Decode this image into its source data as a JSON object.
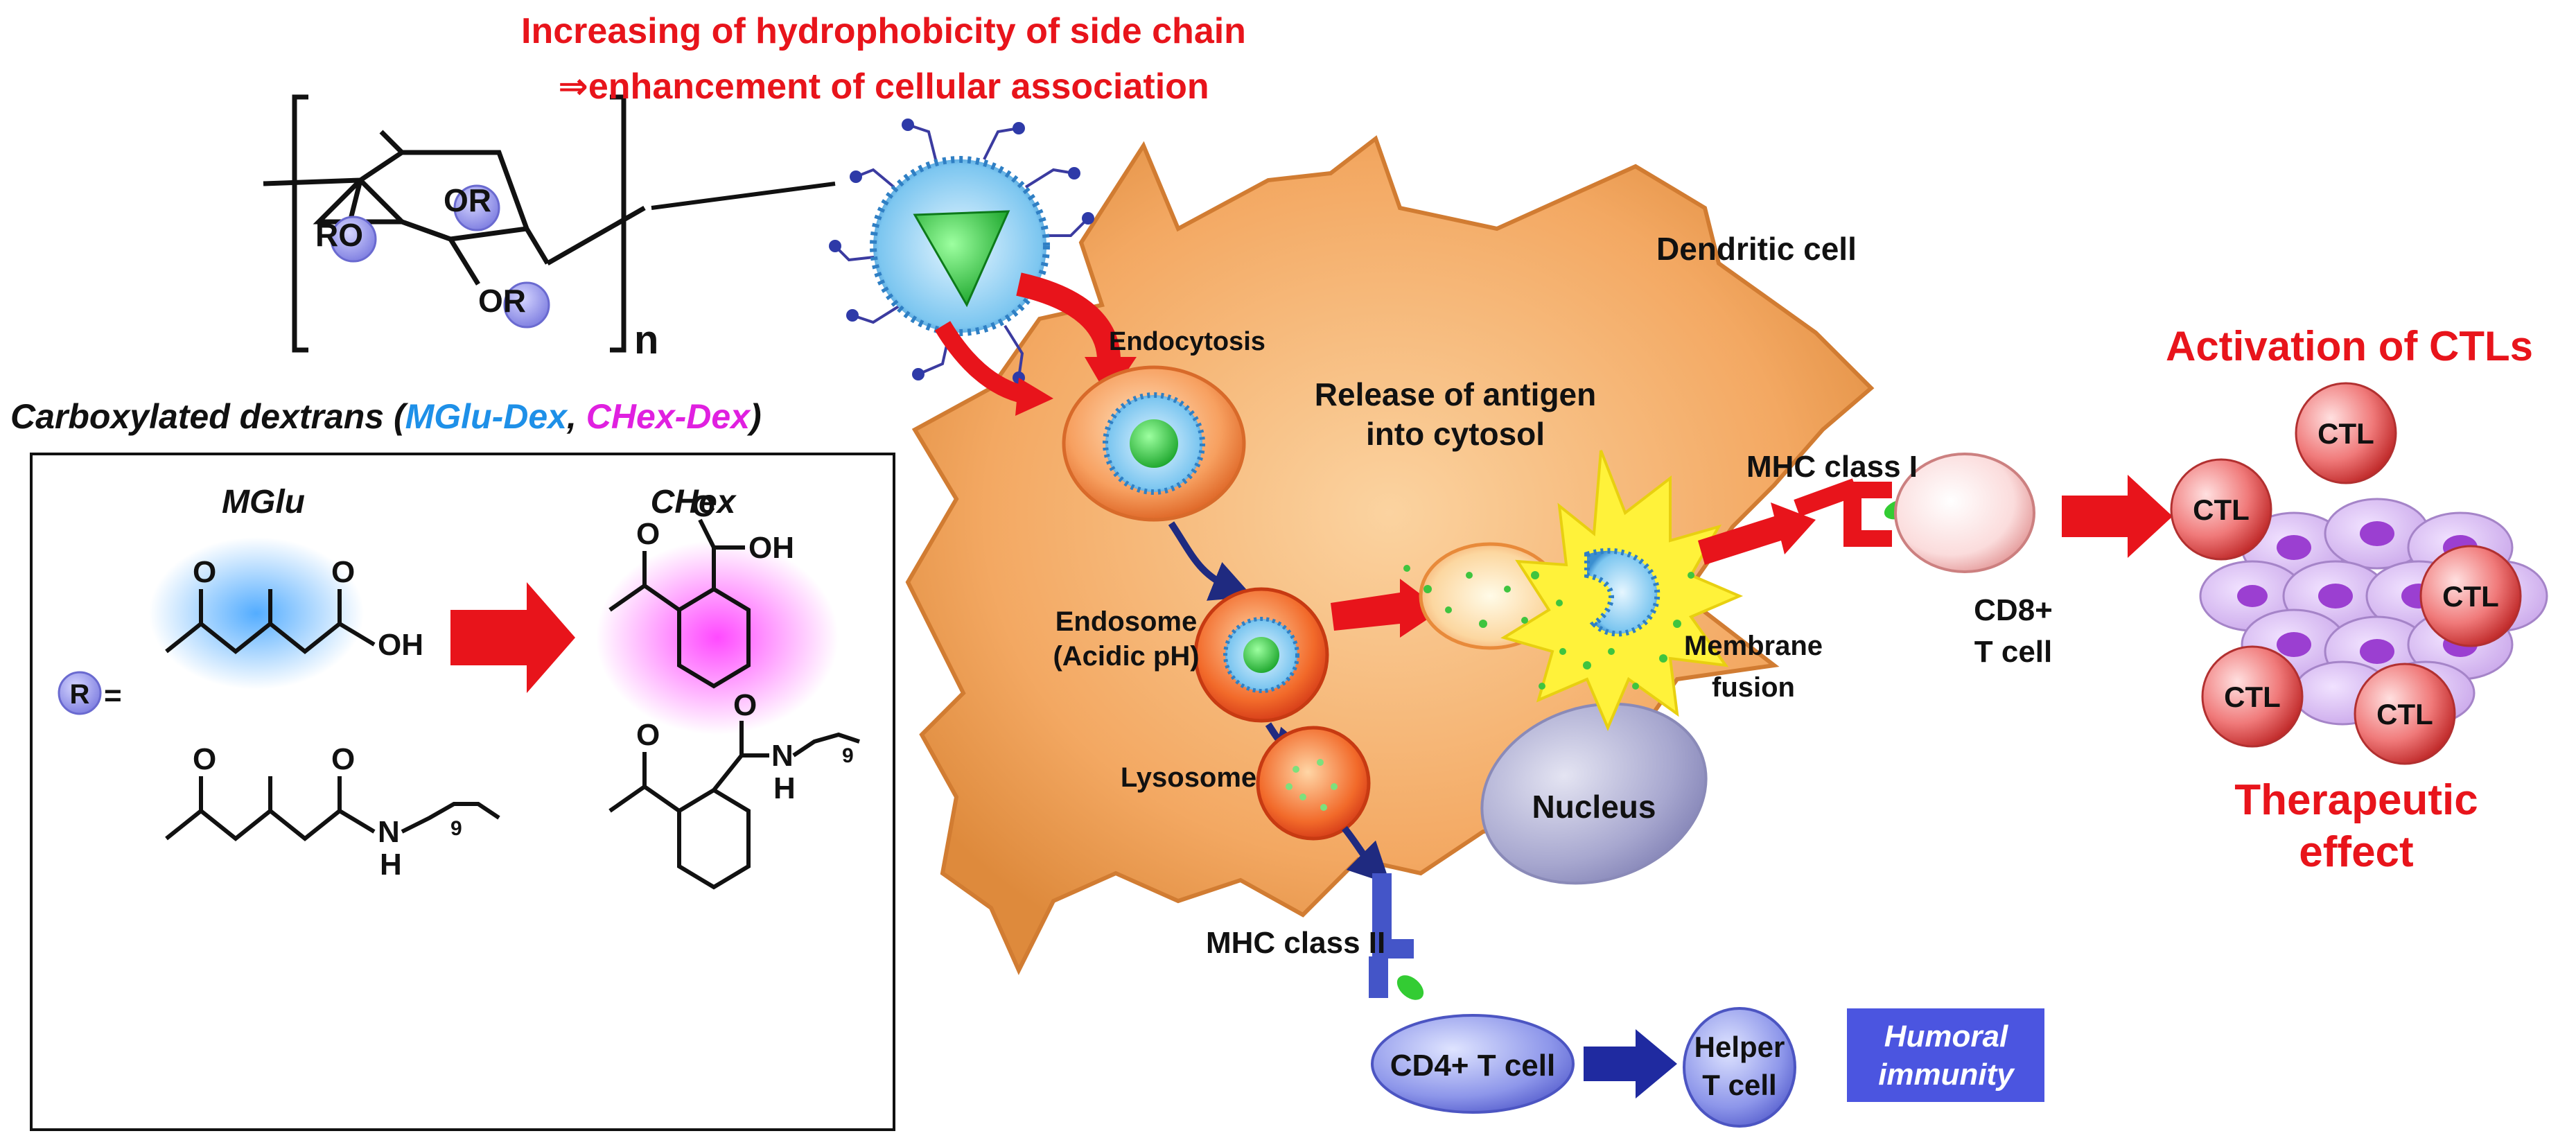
{
  "header": {
    "line1": "Increasing of hydrophobicity of side chain",
    "line2": "⇒enhancement of cellular association"
  },
  "polymer": {
    "or_top": "OR",
    "or_left": "RO",
    "or_bottom": "OR",
    "subscript": "n"
  },
  "dextran_caption": {
    "prefix": "Carboxylated dextrans (",
    "mglu": "MGlu-Dex",
    "sep": ", ",
    "chex": "CHex-Dex",
    "suffix": ")"
  },
  "box": {
    "mglu_title": "MGlu",
    "chex_title": "CHex",
    "r_badge": "R",
    "equals": "=",
    "oh1": "OH",
    "o_top1": "O",
    "o_top2": "O",
    "oh2": "OH",
    "o2": "O",
    "o3": "O",
    "o4": "O",
    "o5": "O",
    "o6": "O",
    "nh1": "N",
    "h1": "H",
    "nh2": "N",
    "h2": "H",
    "nine1": "9",
    "nine2": "9"
  },
  "cell": {
    "dendritic": "Dendritic cell",
    "endocytosis": "Endocytosis",
    "release1": "Release of antigen",
    "release2": "into cytosol",
    "endosome1": "Endosome",
    "endosome2": "(Acidic pH)",
    "lysosome": "Lysosome",
    "nucleus": "Nucleus",
    "membrane1": "Membrane",
    "membrane2": "fusion",
    "mhc1": "MHC class I",
    "mhc2": "MHC class II"
  },
  "tcells": {
    "cd8_1": "CD8+",
    "cd8_2": "T cell",
    "cd4": "CD4+ T cell",
    "helper1": "Helper",
    "helper2": "T cell",
    "humoral1": "Humoral",
    "humoral2": "immunity"
  },
  "ctl": {
    "title": "Activation of CTLs",
    "label": "CTL",
    "therapeutic1": "Therapeutic",
    "therapeutic2": "effect"
  },
  "colors": {
    "red": "#e8141b",
    "blue_text": "#1e90e8",
    "magenta_text": "#e020e0",
    "cell_orange": "#f3a35a",
    "navy": "#1f2a80",
    "mhc_blue": "#4455c8",
    "humoral_bg": "#4b55e0"
  }
}
